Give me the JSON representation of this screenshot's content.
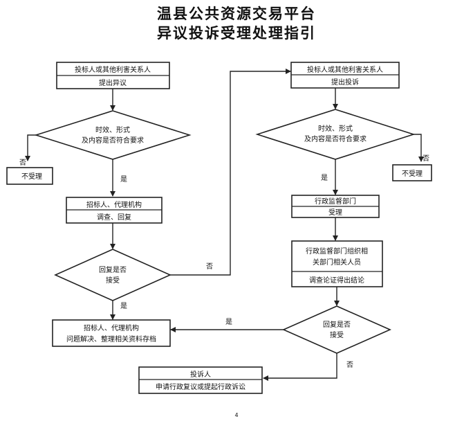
{
  "header": {
    "title_line1": "温县公共资源交易平台",
    "title_line2": "异议投诉受理处理指引"
  },
  "left": {
    "start_box": {
      "line1": "投标人或其他利害关系人",
      "line2": "提出异议"
    },
    "check_diamond": {
      "line1": "时效、形式",
      "line2": "及内容是否符合要求"
    },
    "no_label": "否",
    "reject_box": "不受理",
    "yes_label": "是",
    "handle_box": {
      "line1": "招标人、代理机构",
      "line2": "调查、回复"
    },
    "reply_diamond": {
      "line1": "回复是否",
      "line2": "接受"
    },
    "no_to_complaint_label": "否",
    "yes_label2": "是",
    "archive_box": {
      "line1": "招标人、代理机构",
      "line2": "问题解决、整理相关资料存档"
    }
  },
  "right": {
    "start_box": {
      "line1": "投标人或其他利害关系人",
      "line2": "提出投诉"
    },
    "check_diamond": {
      "line1": "时效、形式",
      "line2": "及内容是否符合要求"
    },
    "no_label": "否",
    "reject_box": "不受理",
    "yes_label": "是",
    "accept_box": {
      "line1": "行政监督部门",
      "line2": "受理"
    },
    "investigate_box": {
      "line1": "行政监督部门组织相",
      "line2": "关部门相关人员",
      "line3": "调查论证得出结论"
    },
    "reply_diamond": {
      "line1": "回复是否",
      "line2": "接受"
    },
    "yes_to_archive_label": "是",
    "no_label2": "否"
  },
  "final_box": {
    "line1": "投诉人",
    "line2": "申请行政复议或提起行政诉讼"
  },
  "page_number": "4"
}
